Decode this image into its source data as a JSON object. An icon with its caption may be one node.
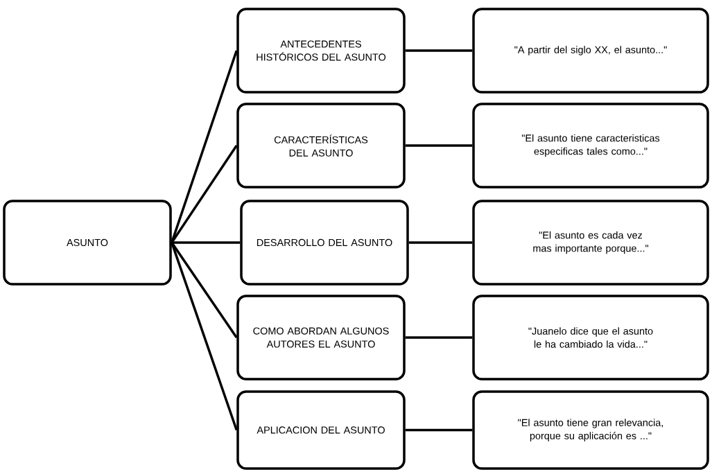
{
  "diagram": {
    "nodes": [
      {
        "text": [
          "ASUNTO"
        ]
      },
      {
        "text": [
          "ANTECEDENTES HISTÓRICOS DEL ASUNTO"
        ]
      },
      {
        "text": [
          "\"A partir del siglo XX, el asunto...\""
        ]
      },
      {
        "text": [
          "CARACTERÍSTICAS DEL ASUNTO"
        ]
      },
      {
        "text": [
          "\"El asunto tiene caracteristicas especificas tales como...\""
        ]
      },
      {
        "text": [
          "DESARROLLO DEL ASUNTO"
        ]
      },
      {
        "text": [
          "\"El asunto es cada vez mas importante porque...\""
        ]
      },
      {
        "text": [
          "COMO ABORDAN ALGUNOS AUTORES EL ASUNTO"
        ]
      },
      {
        "text": [
          "\"Juanelo dice que el asunto le ha cambiado la vida...\""
        ]
      },
      {
        "text": [
          "APLICACION DEL ASUNTO"
        ]
      },
      {
        "text": [
          "\"El asunto tiene gran relevancia, porque su aplicación es ...\""
        ]
      }
    ],
    "edges": [
      {
        "from": 0,
        "to": 1,
        "arrow": "none"
      },
      {
        "from": 0,
        "to": 3,
        "arrow": "none"
      },
      {
        "from": 0,
        "to": 5,
        "arrow": "none"
      },
      {
        "from": 0,
        "to": 7,
        "arrow": "none"
      },
      {
        "from": 0,
        "to": 9,
        "arrow": "none"
      },
      {
        "from": 1,
        "to": 2,
        "arrow": "none"
      },
      {
        "from": 3,
        "to": 4,
        "arrow": "none"
      },
      {
        "from": 5,
        "to": 6,
        "arrow": "none"
      },
      {
        "from": 7,
        "to": 8,
        "arrow": "none"
      },
      {
        "from": 9,
        "to": 10,
        "arrow": "none"
      }
    ]
  }
}
